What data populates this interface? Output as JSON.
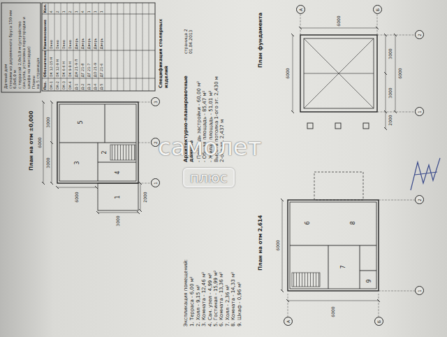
{
  "diagram": {
    "labels": [
      "Дачный дом",
      "стенами из деревянного бруса 150 мм 6,0х6,0 м",
      "с террасой 2,0х3,0 м (устройство сан.узла, установка перегородки и шкафа на мансарде)",
      "Планы",
      "на 5 страницах",
      "Поз.",
      "Обозначение",
      "Наименование",
      "Кол.",
      "ОК-1",
      "ОК 12-15 Н",
      "Окно",
      "4",
      "ОК-2",
      "ОК 12-9 Н",
      "Окно",
      "2",
      "ОК-3",
      "ОК 6-6 Н",
      "Окно",
      "1",
      "ОК-4",
      "ОК 9-9 Н",
      "Окно",
      "2",
      "Д-1",
      "ДН 21-9 Л",
      "Дверь",
      "1",
      "Д-2",
      "ДГ 21-8",
      "Дверь",
      "4",
      "Д-3",
      "ДГ 21-7",
      "Дверь",
      "1",
      "Д-4",
      "ДО 21-9",
      "Дверь",
      "1",
      "Д-5",
      "ДГ 21-6",
      "Дверь",
      "1",
      "Спецификация столярных изделий",
      "План на отм ±0,000",
      "1",
      "2",
      "3",
      "4",
      "5",
      "3000",
      "3000",
      "6000",
      "6000",
      "2000",
      "3000",
      "1",
      "2",
      "3",
      "Экспликация помещений:",
      "1. Терраса - 6,00 м²",
      "2. Холл - 9,15 м²",
      "3. Комната - 12,46 м²",
      "4. Сан. узел - 4,99 м²",
      "5. Гостиная - 15,99 м²",
      "6. Комната - 13,36 м²",
      "7. Холл - 2,36 м²",
      "8. Комната - 14,33 м²",
      "9. Шкаф - 0,96 м²",
      "Архитектурно-планировочные данные",
      "- Площадь застройки - 60,00 м²",
      "- Общая площадь - 85,47 м²",
      "- Жилая площадь - 51,01 м²",
      "Высота потолка 1-ого эт. 2,430 м",
      "2-ого эт. 2,437 м",
      "страница 2",
      "01.04.2013",
      "План фундамента",
      "План на отм 2,614",
      "6",
      "7",
      "8",
      "9",
      "6000",
      "6000",
      "1",
      "2",
      "А",
      "Б",
      "6000",
      "3000",
      "3000",
      "6000",
      "6000",
      "2000",
      "1",
      "2",
      "А",
      "Б",
      "самолет",
      "плюс"
    ]
  }
}
